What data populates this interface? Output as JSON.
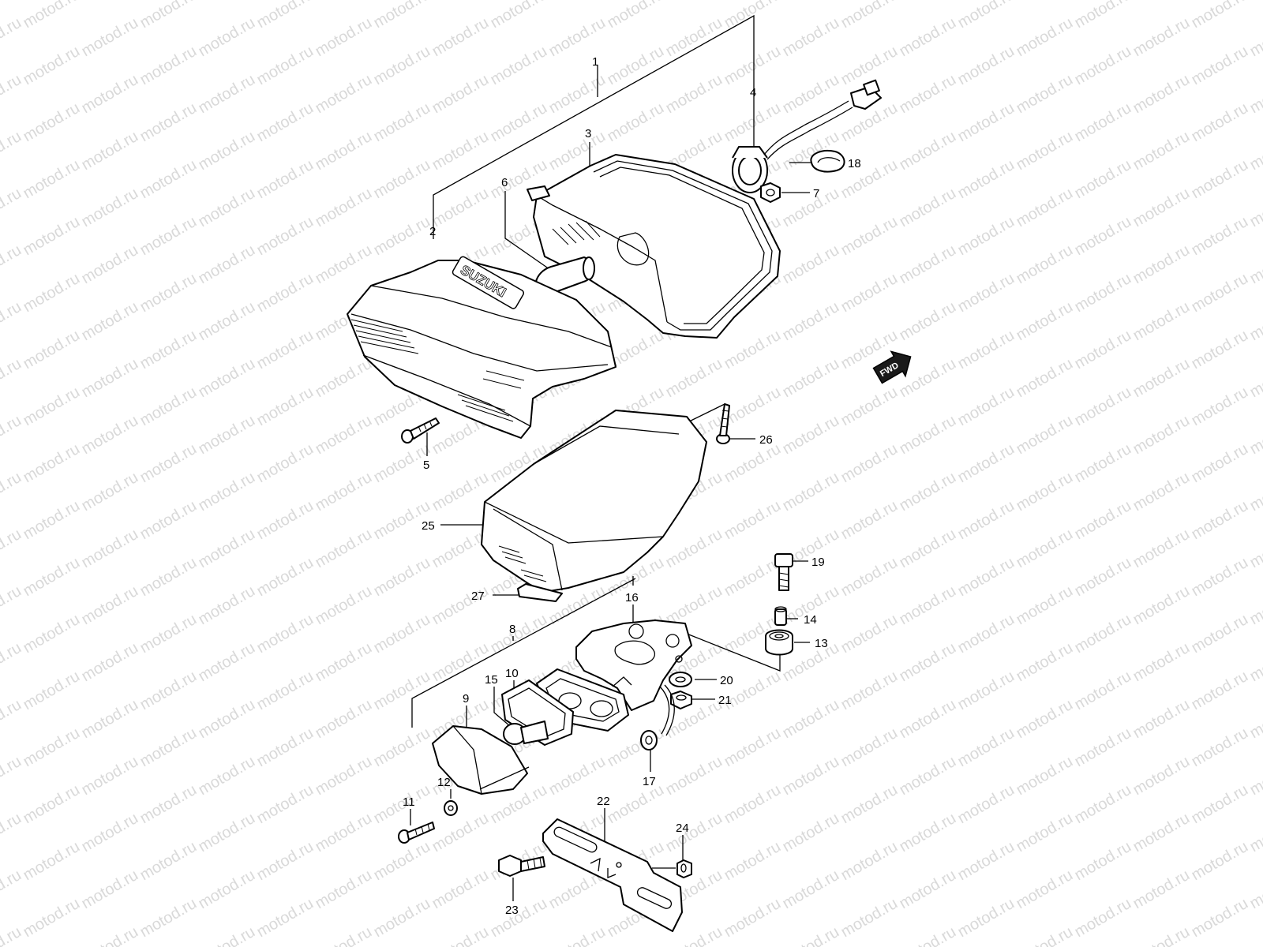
{
  "watermark": {
    "text": "motod.ru",
    "color": "#d9d9d9"
  },
  "fwd_label": "FWD",
  "brand_logo": "SUZUKI",
  "callouts": [
    {
      "id": "1",
      "label": "1"
    },
    {
      "id": "2",
      "label": "2"
    },
    {
      "id": "3",
      "label": "3"
    },
    {
      "id": "4",
      "label": "4"
    },
    {
      "id": "5",
      "label": "5"
    },
    {
      "id": "6",
      "label": "6"
    },
    {
      "id": "7",
      "label": "7"
    },
    {
      "id": "8",
      "label": "8"
    },
    {
      "id": "9",
      "label": "9"
    },
    {
      "id": "10",
      "label": "10"
    },
    {
      "id": "11",
      "label": "11"
    },
    {
      "id": "12",
      "label": "12"
    },
    {
      "id": "13",
      "label": "13"
    },
    {
      "id": "14",
      "label": "14"
    },
    {
      "id": "15",
      "label": "15"
    },
    {
      "id": "16",
      "label": "16"
    },
    {
      "id": "17",
      "label": "17"
    },
    {
      "id": "18",
      "label": "18"
    },
    {
      "id": "19",
      "label": "19"
    },
    {
      "id": "20",
      "label": "20"
    },
    {
      "id": "21",
      "label": "21"
    },
    {
      "id": "22",
      "label": "22"
    },
    {
      "id": "23",
      "label": "23"
    },
    {
      "id": "24",
      "label": "24"
    },
    {
      "id": "25",
      "label": "25"
    },
    {
      "id": "26",
      "label": "26"
    },
    {
      "id": "27",
      "label": "27"
    }
  ]
}
